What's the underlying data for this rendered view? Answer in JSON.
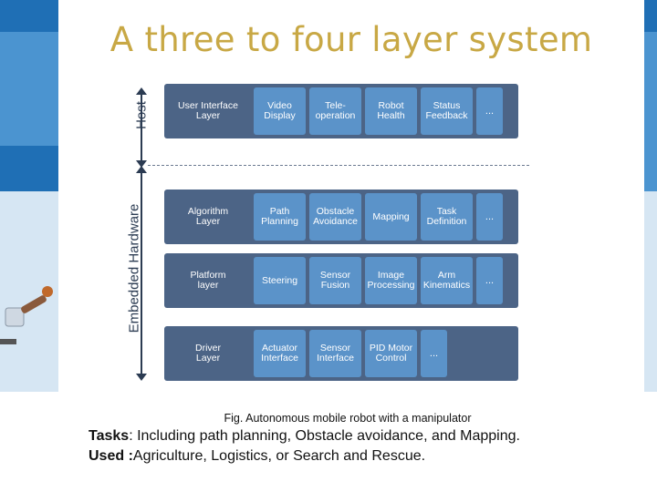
{
  "title": "A three to four layer system",
  "side_labels": {
    "host": "Host",
    "embedded": "Embedded Hardware"
  },
  "layers": [
    {
      "name": "User Interface\nLayer",
      "boxes": [
        "Video\nDisplay",
        "Tele-\noperation",
        "Robot\nHealth",
        "Status\nFeedback"
      ],
      "more": "..."
    },
    {
      "name": "Algorithm\nLayer",
      "boxes": [
        "Path\nPlanning",
        "Obstacle\nAvoidance",
        "Mapping",
        "Task\nDefinition"
      ],
      "more": "..."
    },
    {
      "name": "Platform\nlayer",
      "boxes": [
        "Steering",
        "Sensor\nFusion",
        "Image\nProcessing",
        "Arm\nKinematics"
      ],
      "more": "..."
    },
    {
      "name": "Driver\nLayer",
      "boxes": [
        "Actuator\nInterface",
        "Sensor\nInterface",
        "PID Motor\nControl"
      ],
      "more": "..."
    }
  ],
  "caption": "Fig.  Autonomous mobile robot with a manipulator",
  "tasks": {
    "label": "Tasks",
    "text": ": Including path planning, Obstacle avoidance, and Mapping."
  },
  "used": {
    "label": "Used :",
    "text": "Agriculture, Logistics, or Search and Rescue."
  }
}
